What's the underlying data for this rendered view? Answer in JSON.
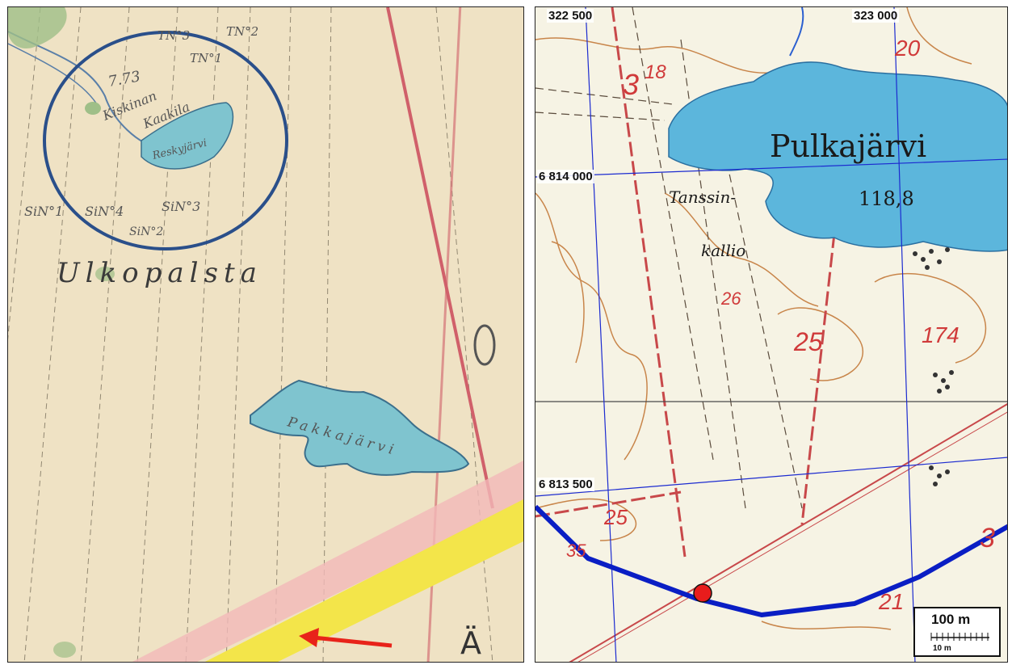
{
  "left_map": {
    "lake_upper": "Reskyjärvi",
    "lake_lower": "Pakkajärvi",
    "area_label": "Ulkopalsta",
    "handwritten": [
      "7.73",
      "Kiskinan",
      "Kaakila"
    ],
    "tn_labels": [
      "TN°3",
      "TN°2",
      "TN°1"
    ],
    "sin_labels": [
      "SiN°1",
      "SiN°4",
      "SiN°3",
      "SiN°2"
    ],
    "corner_letter": "Ä",
    "colors": {
      "paper": "#efe2c4",
      "water": "#7fc4cf",
      "circle": "#2a4f8a",
      "arrow": "#e8231a",
      "road": "#f3e54a"
    }
  },
  "right_map": {
    "lake_name": "Pulkajärvi",
    "lake_elevation": "118,8",
    "place_name_1": "Tanssin-",
    "place_name_2": "kallio",
    "contour_labels": [
      "3",
      "18",
      "26",
      "25",
      "174",
      "20",
      "35",
      "25",
      "21",
      "3"
    ],
    "coords": {
      "x1": "322 500",
      "x2": "323 000",
      "y1": "6 814 000",
      "y2": "6 813 500"
    },
    "scale": {
      "big": "100 m",
      "small": "10 m"
    },
    "colors": {
      "water": "#5cb6dc",
      "route": "#0a1ec4",
      "point": "#e81c1c",
      "grid": "#1c2bd0",
      "contour": "#c8854a"
    }
  }
}
